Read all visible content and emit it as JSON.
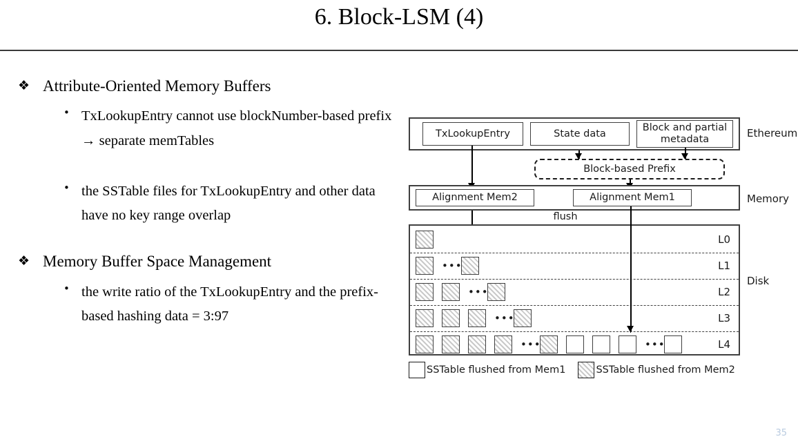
{
  "slide": {
    "title": "6. Block-LSM (4)",
    "page_number": "35"
  },
  "bullets": [
    {
      "marker": "❖",
      "text": "Attribute-Oriented Memory Buffers",
      "children": [
        {
          "marker": "•",
          "text": "TxLookupEntry cannot use blockNumber-based prefix → separate memTables"
        },
        {
          "marker": "•",
          "text": "the SSTable files for TxLookupEntry and other data have no key range overlap"
        }
      ]
    },
    {
      "marker": "❖",
      "text": "Memory Buffer Space Management",
      "children": [
        {
          "marker": "•",
          "text": "the write ratio of the TxLookupEntry and the prefix-based hashing data = 3:97"
        }
      ]
    }
  ],
  "diagram": {
    "layers": {
      "ethereum_label": "Ethereum",
      "memory_label": "Memory",
      "disk_label": "Disk"
    },
    "ethereum_boxes": [
      {
        "label": "TxLookupEntry"
      },
      {
        "label": "State data"
      },
      {
        "label": "Block and partial metadata"
      }
    ],
    "prefix_box": {
      "label": "Block-based Prefix"
    },
    "memory_boxes": [
      {
        "label": "Alignment Mem2"
      },
      {
        "label": "Alignment Mem1"
      }
    ],
    "flush_label": "flush",
    "levels": [
      {
        "name": "L0",
        "cells": [
          "hatch"
        ]
      },
      {
        "name": "L1",
        "cells": [
          "hatch",
          "ellipsis",
          "hatch"
        ]
      },
      {
        "name": "L2",
        "cells": [
          "hatch",
          "hatch",
          "ellipsis",
          "hatch"
        ]
      },
      {
        "name": "L3",
        "cells": [
          "hatch",
          "hatch",
          "hatch",
          "ellipsis",
          "hatch"
        ]
      },
      {
        "name": "L4",
        "cells": [
          "hatch",
          "hatch",
          "hatch",
          "hatch",
          "ellipsis",
          "hatch",
          "plain",
          "plain",
          "plain",
          "ellipsis",
          "plain"
        ]
      }
    ],
    "ellipsis_glyph": "•••",
    "legend": [
      {
        "swatch": "plain",
        "label": "SSTable flushed from Mem1"
      },
      {
        "swatch": "hatch",
        "label": "SSTable flushed from Mem2"
      }
    ]
  },
  "colors": {
    "stroke": "#3f3f3f",
    "arrow": "#000000",
    "hatch": "#c9c9c9",
    "page_number": "#b9cbe0"
  }
}
